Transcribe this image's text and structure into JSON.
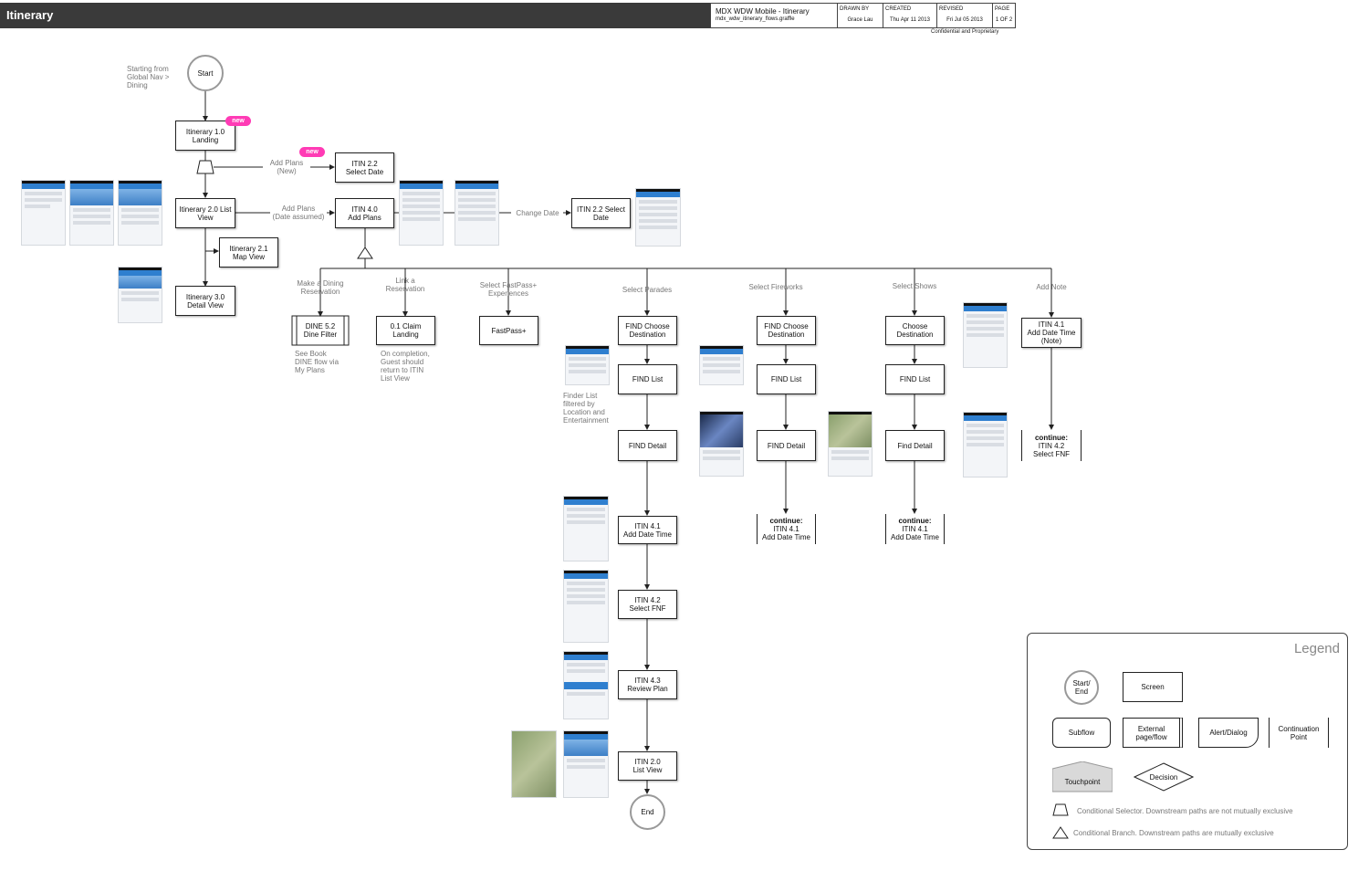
{
  "header": {
    "title": "Itinerary",
    "doc_title": "MDX WDW Mobile - Itinerary",
    "filename": "mdx_wdw_itinerary_flows.graffle",
    "drawn_by_label": "DRAWN BY",
    "drawn_by": "Grace Lau",
    "created_label": "CREATED",
    "created": "Thu Apr 11 2013",
    "revised_label": "REVISED",
    "revised": "Fri Jul 05 2013",
    "page_label": "PAGE",
    "page": "1 OF 2",
    "confidential": "Confidential and Proprietary"
  },
  "nodes": {
    "start": "Start",
    "itin10": "Itinerary 1.0\nLanding",
    "itin22a": "ITIN 2.2\nSelect Date",
    "itin20": "Itinerary 2.0 List\nView",
    "itin40": "ITIN 4.0\nAdd Plans",
    "itin22b": "ITIN 2.2 Select\nDate",
    "itin21": "Itinerary 2.1\nMap View",
    "itin30": "Itinerary 3.0\nDetail View",
    "dine52": "DINE 5.2\nDine Filter",
    "claim01": "0.1 Claim\nLanding",
    "fastpass": "FastPass+",
    "p_choose": "FIND Choose\nDestination",
    "p_list": "FIND List",
    "p_detail": "FIND Detail",
    "p_41": "ITIN 4.1\nAdd Date Time",
    "p_42": "ITIN 4.2\nSelect FNF",
    "p_43": "ITIN 4.3\nReview Plan",
    "p_20": "ITIN 2.0\nList View",
    "end": "End",
    "f_choose": "FIND Choose\nDestination",
    "f_list": "FIND List",
    "f_detail": "FIND Detail",
    "s_choose": "Choose\nDestination",
    "s_list": "FIND List",
    "s_detail": "Find Detail",
    "note41": "ITIN 4.1\nAdd Date Time\n(Note)"
  },
  "continues": {
    "label": "continue:",
    "fireworks": "ITIN 4.1\nAdd Date Time",
    "shows": "ITIN 4.1\nAdd Date Time",
    "note": "ITIN 4.2\nSelect FNF"
  },
  "badges": {
    "b1": "new",
    "b2": "new"
  },
  "labels": {
    "starting_from": "Starting from\nGlobal Nav >\nDining",
    "add_plans_new": "Add Plans\n(New)",
    "add_plans_assumed": "Add Plans\n(Date assumed)",
    "change_date": "Change Date",
    "make_dining": "Make a Dining\nReservation",
    "link_res": "Link a\nReservation",
    "select_fastpass": "Select FastPass+\nExperiences",
    "select_parades": "Select Parades",
    "select_fireworks": "Select Fireworks",
    "select_shows": "Select Shows",
    "add_note": "Add Note",
    "see_book": "See Book\nDINE flow via\nMy Plans",
    "on_completion": "On completion,\nGuest should\nreturn to ITIN\nList View",
    "finder_list": "Finder List\nfiltered by\nLocation and\nEntertainment"
  },
  "legend": {
    "title": "Legend",
    "start_end": "Start/\nEnd",
    "screen": "Screen",
    "subflow": "Subflow",
    "external": "External\npage/flow",
    "alert": "Alert/Dialog",
    "continuation": "Continuation\nPoint",
    "touchpoint": "Touchpoint",
    "decision": "Decision",
    "cond_selector": "Conditional Selector. Downstream paths are not mutually exclusive",
    "cond_branch": "Conditional Branch. Downstream paths are mutually exclusive"
  },
  "colors": {
    "badge": "#ff3bb5",
    "header": "#3a3a3a",
    "ios_blue": "#2f7fcf"
  }
}
